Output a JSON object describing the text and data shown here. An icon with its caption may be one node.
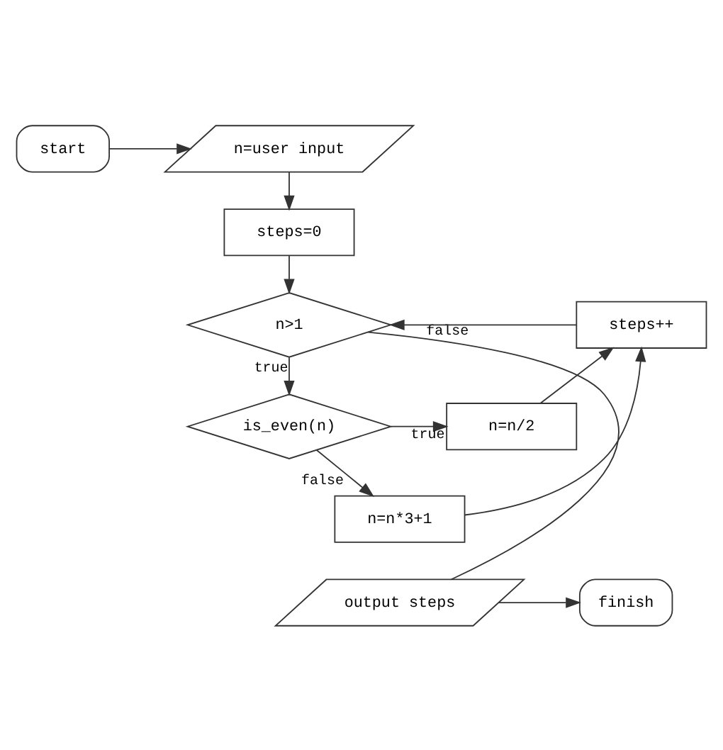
{
  "diagram": {
    "nodes": [
      {
        "text": [
          "n=user input"
        ]
      },
      {
        "text": [
          "start"
        ]
      },
      {
        "text": [
          "steps=0"
        ]
      },
      {
        "text": [
          "n>1"
        ]
      },
      {
        "text": [
          "steps++"
        ]
      },
      {
        "text": [
          "is_even(n)"
        ]
      },
      {
        "text": [
          "n=n/2"
        ]
      },
      {
        "text": [
          "n=n*3+1"
        ]
      },
      {
        "text": [
          "output steps"
        ]
      },
      {
        "text": [
          "finish"
        ]
      }
    ],
    "edges": [
      {
        "from": 1,
        "to": 0,
        "arrow": "to"
      },
      {
        "from": 0,
        "to": 2,
        "arrow": "to"
      },
      {
        "from": 2,
        "to": 3,
        "arrow": "to"
      },
      {
        "from": 3,
        "to": 5,
        "arrow": "to",
        "label": "true"
      },
      {
        "from": 5,
        "to": 6,
        "arrow": "to",
        "label": "true"
      },
      {
        "from": 5,
        "to": 7,
        "arrow": "to",
        "label": "false"
      },
      {
        "from": 6,
        "to": 4,
        "arrow": "to"
      },
      {
        "from": 7,
        "to": 4,
        "arrow": "to"
      },
      {
        "from": 4,
        "to": 3,
        "arrow": "to"
      },
      {
        "from": 3,
        "to": 8,
        "arrow": "none",
        "label": "false"
      },
      {
        "from": 8,
        "to": 9,
        "arrow": "to"
      }
    ]
  }
}
